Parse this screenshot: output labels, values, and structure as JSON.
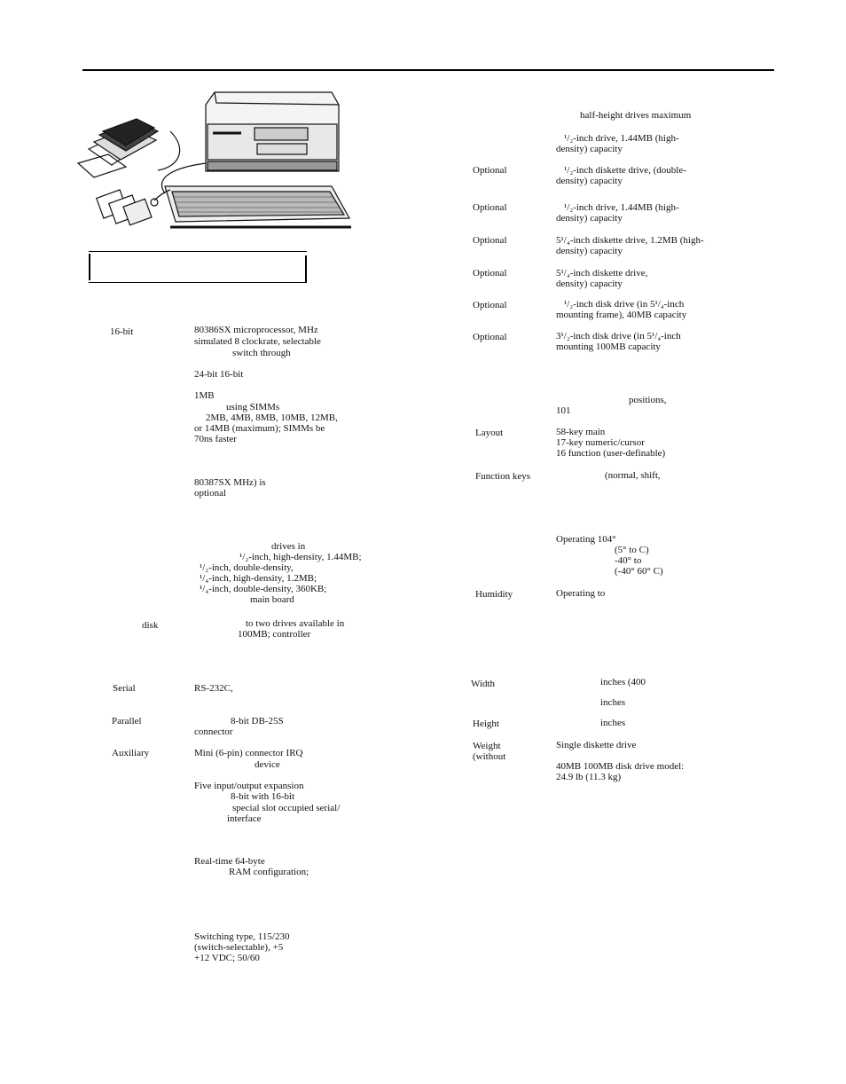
{
  "left_column": {
    "processor": {
      "label": "16-bit",
      "l1": "80386SX microprocessor,      MHz",
      "l2": "simulated 8         clockrate, selectable",
      "l3": "switch     through"
    },
    "bus": "24-bit              16-bit",
    "memory": {
      "l1": "1MB",
      "l2": "using                              SIMMs",
      "l3": "2MB, 4MB,           8MB, 10MB, 12MB,",
      "l4": "or 14MB (maximum); SIMMs          be",
      "l5": "70ns                      faster"
    },
    "coprocessor": {
      "l1": "80387SX       MHz)                         is",
      "l2": "optional"
    },
    "diskette": {
      "l1": "drives in",
      "l2": "¹/₂-inch, high-density, 1.44MB;",
      "l3": "¹/₂-inch, double-density,",
      "l4": "¹/₄-inch, high-density, 1.2MB;",
      "l5": "¹/₄-inch, double-density, 360KB;",
      "l6": "main          board"
    },
    "hard_disk": {
      "label": "disk",
      "l1": "to two drives available in",
      "l2": "100MB;              controller"
    },
    "serial": {
      "label": "Serial",
      "l1": "RS-232C,"
    },
    "parallel": {
      "label": "Parallel",
      "l1": "8-bit            DB-25S",
      "l2": "connector"
    },
    "auxiliary": {
      "label": "Auxiliary",
      "l1": "Mini       (6-pin) connector       IRQ",
      "l2": "device"
    },
    "expansion": {
      "l1": "Five           input/output expansion",
      "l2": "8-bit                     with 16-bit",
      "l3": "special slot occupied        serial/",
      "l4": "interface"
    },
    "clock": {
      "l1": "Real-time                        64-byte",
      "l2": "RAM       configuration;"
    },
    "power": {
      "l1": "Switching type,                115/230",
      "l2": "(switch-selectable),          +5",
      "l3": "+12                          VDC; 50/60"
    }
  },
  "right_column": {
    "drive_bays": "half-height drives maximum",
    "d1": {
      "label": "",
      "l1": "¹/₂-inch              drive, 1.44MB (high-",
      "l2": "density)          capacity"
    },
    "d2": {
      "label": "Optional",
      "l1": "¹/₂-inch diskette drive,            (double-",
      "l2": "density)          capacity"
    },
    "d3": {
      "label": "Optional",
      "l1": "¹/₂-inch              drive, 1.44MB (high-",
      "l2": "density)          capacity"
    },
    "d4": {
      "label": "Optional",
      "l1": "5¹/₄-inch diskette drive, 1.2MB (high-",
      "l2": "density)          capacity"
    },
    "d5": {
      "label": "Optional",
      "l1": "5¹/₄-inch diskette drive,",
      "l2": "density)          capacity"
    },
    "d6": {
      "label": "Optional",
      "l1": "¹/₂-inch          disk drive (in    5¹/₄-inch",
      "l2": "mounting frame), 40MB            capacity"
    },
    "d7": {
      "label": "Optional",
      "l1": "3¹/₂-inch          disk drive (in    5¹/₄-inch",
      "l2": "mounting            100MB              capacity"
    },
    "keys": {
      "l1": "positions,",
      "l2": "101"
    },
    "layout": {
      "label": "Layout",
      "l1": "58-key                   main",
      "l2": "17-key numeric/cursor",
      "l3": "16 function        (user-definable)"
    },
    "function_keys": {
      "label": "Function keys",
      "l1": "(normal, shift,"
    },
    "temperature": {
      "l1": "Operating               104°",
      "l2": "(5° to       C)",
      "l3": "-40° to",
      "l4": "(-40°       60° C)"
    },
    "humidity": {
      "label": "Humidity",
      "l1": "Operating               to"
    },
    "width": {
      "label": "Width",
      "l1": "inches (400"
    },
    "depth": {
      "l1": "inches"
    },
    "height": {
      "label": "Height",
      "l1": "inches"
    },
    "weight": {
      "label": "Weight",
      "label2": "(without",
      "l1": "Single diskette drive",
      "l2": "40MB     100MB          disk drive model:",
      "l3": "24.9 lb (11.3 kg)"
    }
  }
}
